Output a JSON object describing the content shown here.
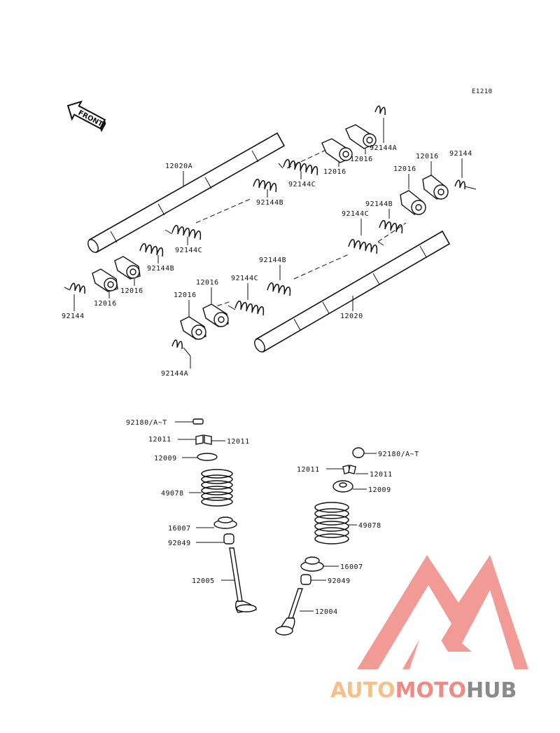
{
  "diagram_code": "E1210",
  "front_marker": "FRONT",
  "labels": {
    "shaft_a": "12020A",
    "shaft_b": "12020",
    "rocker_1": "12016",
    "rocker_2": "12016",
    "rocker_3": "12016",
    "rocker_4": "12016",
    "rocker_5": "12016",
    "rocker_6": "12016",
    "rocker_7": "12016",
    "rocker_8": "12016",
    "spring_a_top": "92144A",
    "spring_a_bottom": "92144A",
    "spring_end_right": "92144",
    "spring_end_left": "92144",
    "spring_c_1": "92144C",
    "spring_c_2": "92144C",
    "spring_c_3": "92144C",
    "spring_c_4": "92144C",
    "spring_b_1": "92144B",
    "spring_b_2": "92144B",
    "spring_b_3": "92144B",
    "spring_b_4": "92144B",
    "key_left": "92180/A~T",
    "key_right": "92180/A~T",
    "cotter_left_1": "12011",
    "cotter_left_2": "12011",
    "cotter_right_1": "12011",
    "cotter_right_2": "12011",
    "retainer_left": "12009",
    "retainer_right": "12009",
    "valve_spring_left": "49078",
    "valve_spring_right": "49078",
    "seat_left": "16007",
    "seat_right": "16007",
    "seal_left": "92049",
    "seal_right": "92049",
    "valve_exhaust": "12005",
    "valve_intake": "12004"
  },
  "watermark": {
    "part1": "AUTO",
    "part2": "MOTO",
    "part3": "HUB",
    "colors": {
      "auto": "#f6c08a",
      "moto": "#f08a84",
      "hub": "#8a8a8a",
      "logo": "#f08a84"
    }
  }
}
